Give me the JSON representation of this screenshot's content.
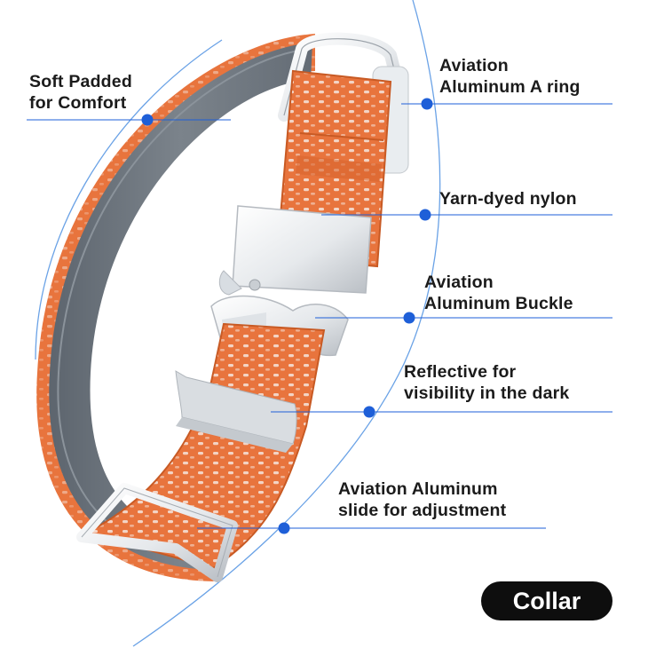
{
  "image": {
    "subject": "Orange nylon dog collar with aluminum hardware",
    "colors": {
      "nylon": "#e8743d",
      "nylon_dark": "#c85a24",
      "reflective": "#f3d9cc",
      "padding": "#6f7780",
      "metal": "#e9ecef",
      "callout": "#1e5fd8",
      "arc": "#6aa2e6"
    }
  },
  "callouts": [
    {
      "id": "padding",
      "lines": [
        "Soft Padded",
        "for Comfort"
      ]
    },
    {
      "id": "a-ring",
      "lines": [
        "Aviation",
        "Aluminum A ring"
      ]
    },
    {
      "id": "nylon",
      "lines": [
        "Yarn-dyed nylon"
      ]
    },
    {
      "id": "buckle",
      "lines": [
        "Aviation",
        "Aluminum Buckle"
      ]
    },
    {
      "id": "reflective",
      "lines": [
        "Reflective for",
        "visibility in the dark"
      ]
    },
    {
      "id": "slide",
      "lines": [
        "Aviation Aluminum",
        "slide for adjustment"
      ]
    }
  ],
  "badge": {
    "label": "Collar"
  }
}
